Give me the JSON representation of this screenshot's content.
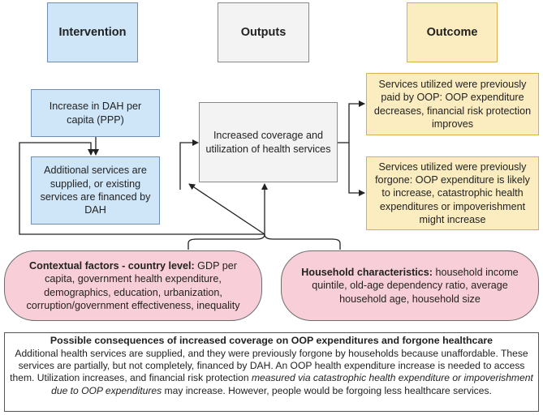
{
  "headers": {
    "intervention": "Intervention",
    "outputs": "Outputs",
    "outcome": "Outcome"
  },
  "intervention": {
    "increase_dah": "Increase in DAH per capita (PPP)",
    "additional_services": "Additional services are supplied, or existing services are financed by DAH"
  },
  "outputs": {
    "coverage": "Increased coverage and utilization of health services"
  },
  "outcome": {
    "previously_paid": "Services utilized were previously paid by OOP: OOP expenditure decreases, financial risk protection improves",
    "previously_forgone": "Services utilized were previously forgone: OOP expenditure is likely to increase, catastrophic health expenditures or impoverishment might increase"
  },
  "contextual": {
    "label": "Contextual factors - country level:",
    "text": " GDP per capita, government health expenditure, demographics, education, urbanization, corruption/government effectiveness, inequality"
  },
  "household": {
    "label": "Household characteristics:",
    "text": " household income quintile, old-age dependency ratio, average household age, household size"
  },
  "consequences": {
    "title": "Possible consequences of increased coverage on OOP expenditures and forgone healthcare",
    "text_1": "Additional health services are supplied, and they were previously forgone by households because unaffordable. These services are partially, but not completely, financed by DAH. An OOP health expenditure increase is needed to access them. Utilization increases, and financial risk protection ",
    "text_italic": "measured via catastrophic health expenditure or impoverishment due to OOP expenditures",
    "text_2": " may increase. However, people would be forgoing less healthcare services."
  },
  "colors": {
    "blue_fill": "#cfe5f8",
    "grey_fill": "#f3f3f3",
    "yellow_fill": "#fbedc0",
    "pink_fill": "#f8cfd8"
  }
}
